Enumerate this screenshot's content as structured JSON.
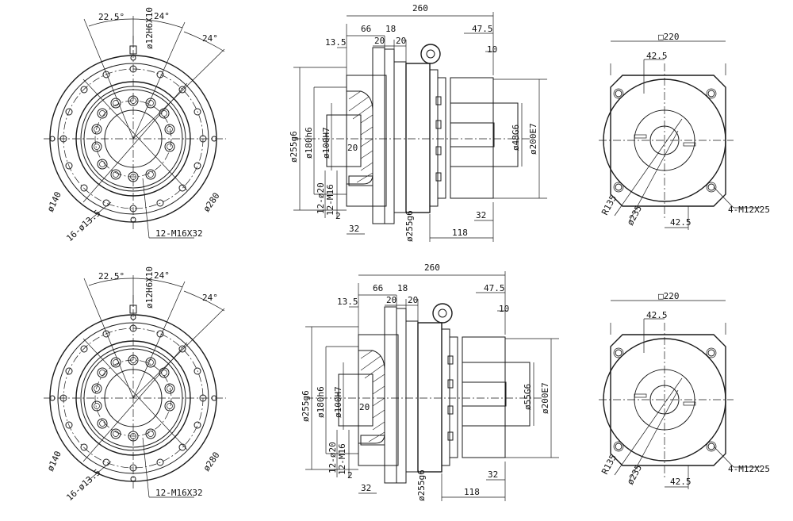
{
  "drawings": [
    {
      "front": {
        "angle1": "22.5°",
        "angle2": "24°",
        "angle3": "24°",
        "dowel": "ø12H6X10",
        "pcd1": "ø140",
        "pcd2": "ø280",
        "holes1": "16-ø13.5",
        "holes2": "12-M16X32"
      },
      "side": {
        "length": "260",
        "d1": "13.5",
        "d2": "66",
        "d3": "20",
        "d4": "20",
        "d5": "18",
        "d6": "47.5",
        "d7": "10",
        "d8": "32",
        "d9": "118",
        "dia1": "ø255g6",
        "dia2": "ø180h6",
        "dia3": "ø100H7",
        "dia4": "20",
        "dia5": "12-ø20",
        "dia6": "12-M16",
        "dia7": "2",
        "dia8": "ø48G6",
        "dia9": "ø200E7",
        "dia10": "ø255g6",
        "d10": "32"
      },
      "motor": {
        "square": "□220",
        "dim1": "42.5",
        "dim2": "42.5",
        "radius": "R135",
        "pcd": "ø235",
        "holes": "4-M12X25"
      }
    },
    {
      "front": {
        "angle1": "22.5°",
        "angle2": "24°",
        "angle3": "24°",
        "dowel": "ø12H6X10",
        "pcd1": "ø140",
        "pcd2": "ø280",
        "holes1": "16-ø13.5",
        "holes2": "12-M16X32"
      },
      "side": {
        "length": "260",
        "d1": "13.5",
        "d2": "66",
        "d3": "20",
        "d4": "20",
        "d5": "18",
        "d6": "47.5",
        "d7": "10",
        "d8": "32",
        "d9": "118",
        "dia1": "ø255g6",
        "dia2": "ø180h6",
        "dia3": "ø100H7",
        "dia4": "20",
        "dia5": "12-ø20",
        "dia6": "12-M16",
        "dia7": "2",
        "dia8": "ø55G6",
        "dia9": "ø200E7",
        "dia10": "ø255g6",
        "d10": "32"
      },
      "motor": {
        "square": "□220",
        "dim1": "42.5",
        "dim2": "42.5",
        "radius": "R135",
        "pcd": "ø235",
        "holes": "4-M12X25"
      }
    }
  ]
}
